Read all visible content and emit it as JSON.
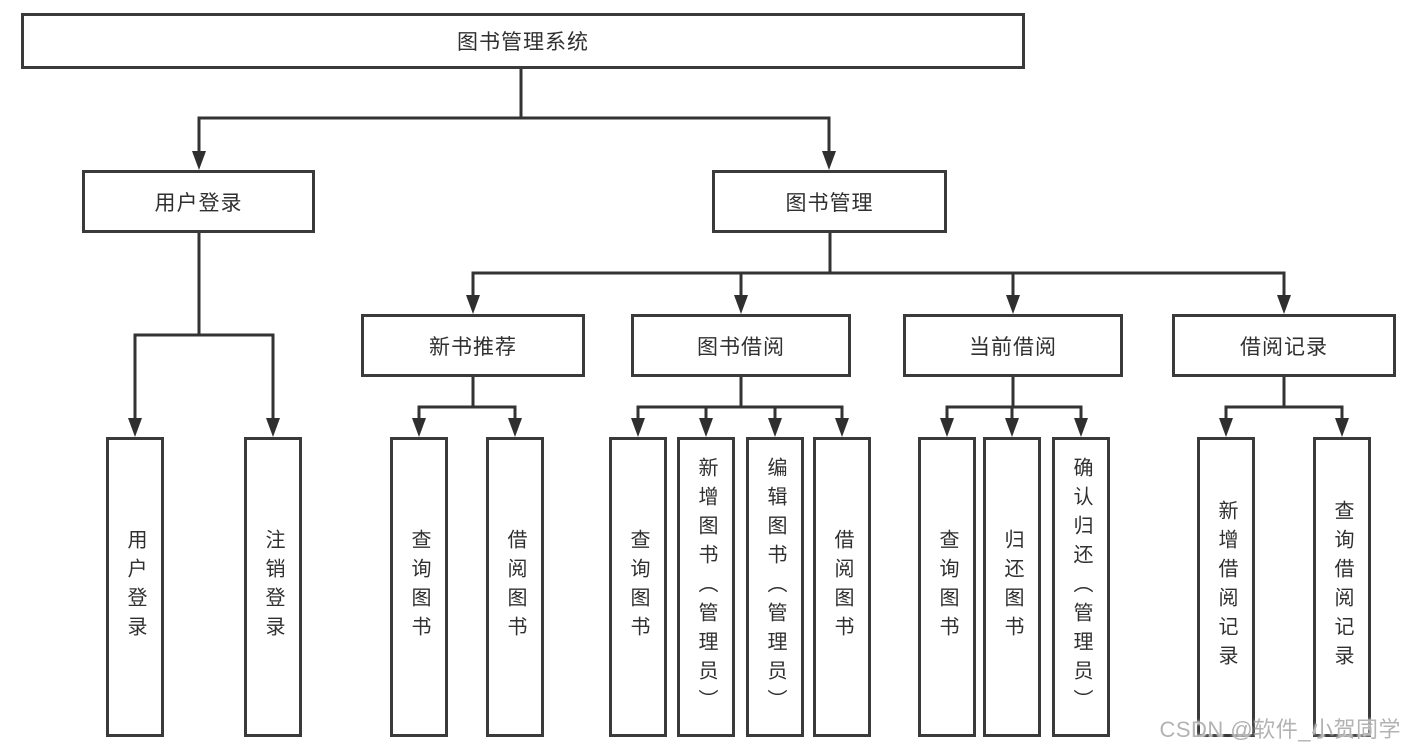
{
  "tree": {
    "root": {
      "label": "图书管理系统",
      "children": [
        {
          "label": "用户登录",
          "children": [
            {
              "label": "用户登录"
            },
            {
              "label": "注销登录"
            }
          ]
        },
        {
          "label": "图书管理",
          "children": [
            {
              "label": "新书推荐",
              "children": [
                {
                  "label": "查询图书"
                },
                {
                  "label": "借阅图书"
                }
              ]
            },
            {
              "label": "图书借阅",
              "children": [
                {
                  "label": "查询图书"
                },
                {
                  "label": "新增图书（管理员）"
                },
                {
                  "label": "编辑图书（管理员）"
                },
                {
                  "label": "借阅图书"
                }
              ]
            },
            {
              "label": "当前借阅",
              "children": [
                {
                  "label": "查询图书"
                },
                {
                  "label": "归还图书"
                },
                {
                  "label": "确认归还（管理员）"
                }
              ]
            },
            {
              "label": "借阅记录",
              "children": [
                {
                  "label": "新增借阅记录"
                },
                {
                  "label": "查询借阅记录"
                }
              ]
            }
          ]
        }
      ]
    }
  },
  "watermark": "CSDN @软件_小贺同学",
  "colors": {
    "line": "#333333",
    "box_border": "#3a3a3a",
    "text": "#303030",
    "watermark": "#b3b3b3",
    "background": "#ffffff"
  }
}
